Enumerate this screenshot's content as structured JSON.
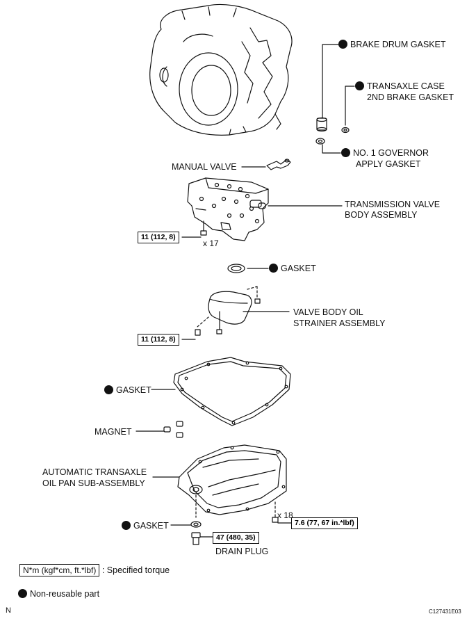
{
  "labels": {
    "brake_drum_gasket": "BRAKE DRUM GASKET",
    "transaxle_case_line1": "TRANSAXLE CASE",
    "transaxle_case_line2": "2ND BRAKE GASKET",
    "governor_line1": "NO. 1 GOVERNOR",
    "governor_line2": "APPLY GASKET",
    "manual_valve": "MANUAL VALVE",
    "valve_body_line1": "TRANSMISSION VALVE",
    "valve_body_line2": "BODY ASSEMBLY",
    "gasket_upper": "GASKET",
    "strainer_line1": "VALVE BODY OIL",
    "strainer_line2": "STRAINER ASSEMBLY",
    "gasket_pan": "GASKET",
    "magnet": "MAGNET",
    "oil_pan_line1": "AUTOMATIC TRANSAXLE",
    "oil_pan_line2": "OIL PAN SUB-ASSEMBLY",
    "gasket_drain": "GASKET",
    "drain_plug": "DRAIN PLUG"
  },
  "torques": {
    "valve_body": "11 (112, 8)",
    "strainer": "11 (112, 8)",
    "oil_pan": "7.6 (77, 67 in.*lbf)",
    "drain_plug": "47 (480, 35)"
  },
  "counts": {
    "valve_body_bolts": "x 17",
    "oil_pan_bolts": "x 18"
  },
  "legend": {
    "torque_unit": "N*m (kgf*cm, ft.*lbf)",
    "torque_text": ": Specified torque",
    "nonreusable_text": "Non-reusable part"
  },
  "footer": {
    "corner_letter": "N",
    "figure_code": "C127431E03"
  }
}
